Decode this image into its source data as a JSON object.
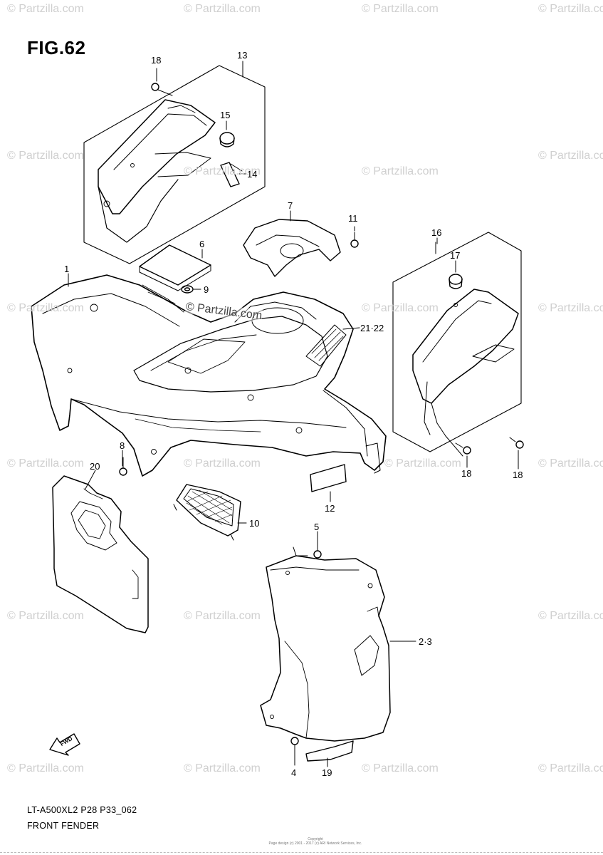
{
  "figure_title": "FIG.62",
  "model_code": "LT-A500XL2 P28 P33_062",
  "section_name": "FRONT FENDER",
  "fwd_label": "FWD",
  "watermark_text": "© Partzilla.com",
  "main_watermark": "© Partzilla.com",
  "copyright_line1": "Copyright",
  "copyright_line2": "Page design (c) 2001 - 2017 (c) ARI Network Services, Inc.",
  "callouts": {
    "c1": "1",
    "c2_3": "2·3",
    "c4": "4",
    "c5": "5",
    "c6": "6",
    "c7": "7",
    "c8": "8",
    "c9": "9",
    "c10": "10",
    "c11": "11",
    "c12": "12",
    "c13": "13",
    "c14": "14",
    "c15": "15",
    "c16": "16",
    "c17": "17",
    "c18a": "18",
    "c18b": "18",
    "c18c": "18",
    "c19": "19",
    "c20": "20",
    "c21_22": "21·22"
  }
}
